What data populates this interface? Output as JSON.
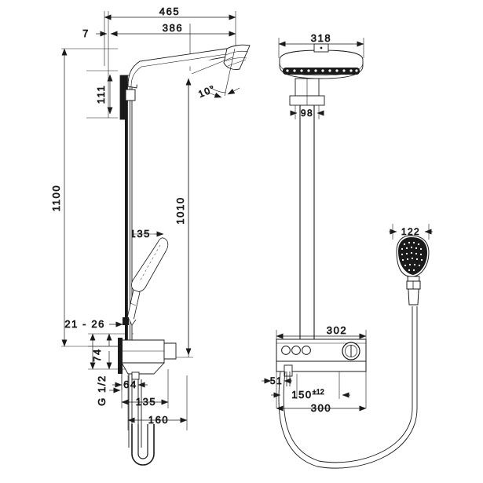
{
  "drawing": {
    "title": "Shower system dimensional drawing",
    "units": "mm",
    "line_color": "#1a1a1a",
    "fill_color": "#ffffff",
    "background": "#ffffff"
  },
  "views": {
    "left": {
      "name": "side-elevation"
    },
    "right": {
      "name": "front-elevation"
    }
  },
  "dimensions": {
    "overall_width_465": "465",
    "arm_386": "386",
    "wall_offset_7": "7",
    "bracket_111": "111",
    "head_tilt_angle": "10°",
    "total_height_1100": "1100",
    "column_height_1010": "1010",
    "handshower_offset_135": "135",
    "wall_clearance_21_26": "21 - 26",
    "valve_height_74": "74",
    "thread_g12": "G 1/2",
    "valve_depth_64": "64",
    "valve_width_135": "135",
    "base_width_160": "160",
    "overhead_width_318": "318",
    "arm_collar_98": "98",
    "valve_body_302": "302",
    "outlet_51": "51",
    "inlet_spacing_150": "150",
    "inlet_tolerance": "±12",
    "valve_overall_300": "300",
    "handshower_width_122": "122"
  },
  "labels": {
    "deg_symbol": "°"
  }
}
